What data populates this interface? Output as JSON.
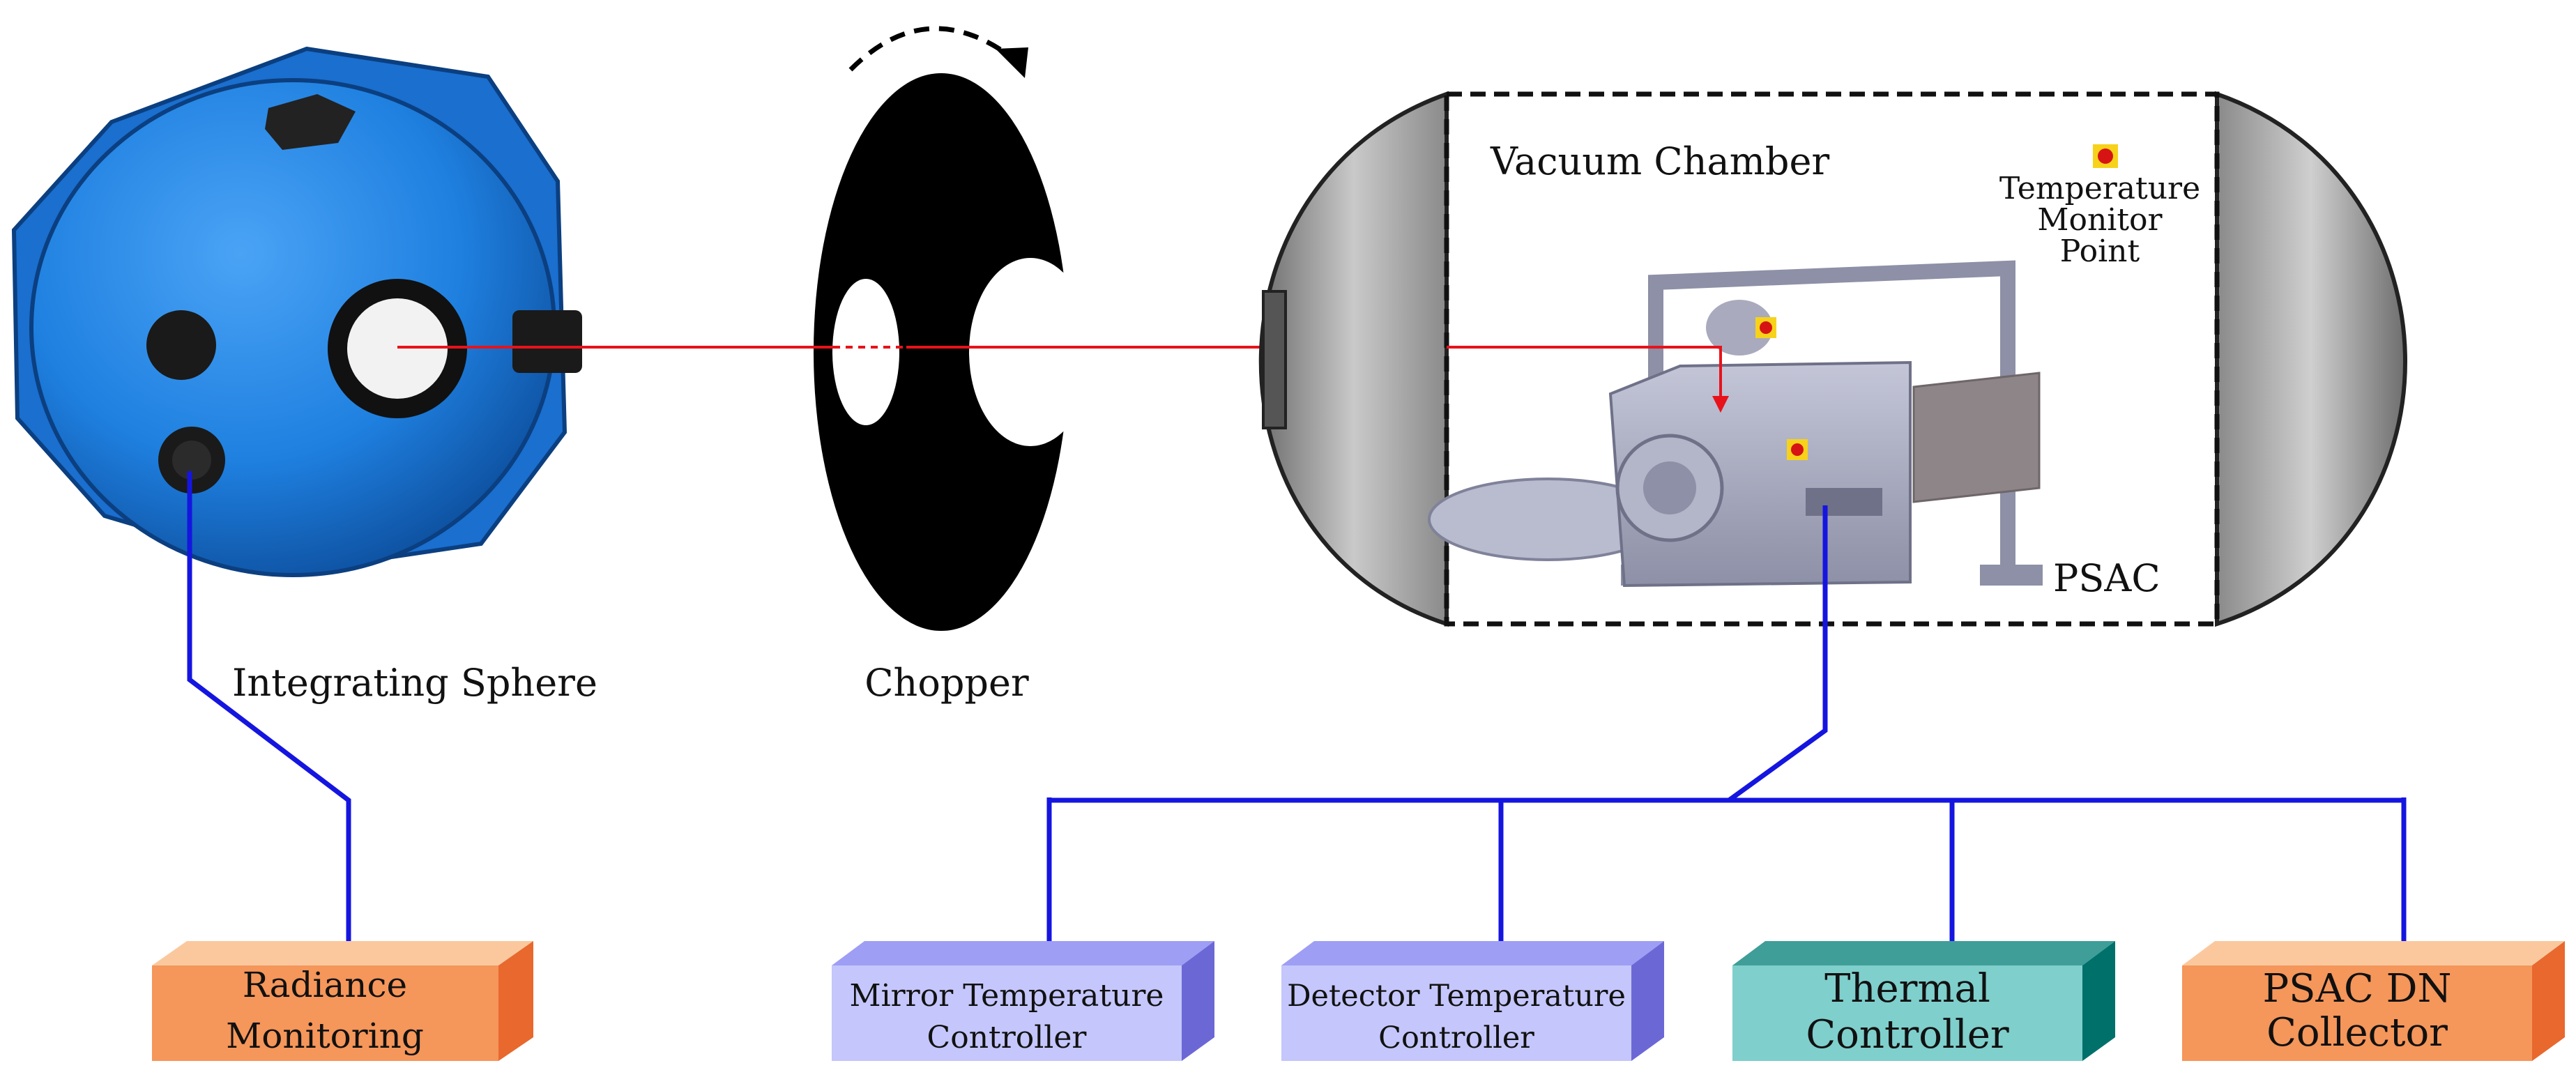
{
  "labels": {
    "integrating_sphere": "Integrating Sphere",
    "chopper": "Chopper",
    "vacuum_chamber": "Vacuum Chamber",
    "temperature_monitor_point": [
      "Temperature",
      "Monitor",
      "Point"
    ],
    "psac": "PSAC"
  },
  "boxes": [
    {
      "id": "radiance",
      "lines": [
        "Radiance",
        "Monitoring"
      ],
      "front": "#f5965a",
      "top": "#fbc89e",
      "side": "#e8682e"
    },
    {
      "id": "mirror",
      "lines": [
        "Mirror Temperature",
        "Controller"
      ],
      "front": "#c5c6fb",
      "top": "#9e9ef5",
      "side": "#6b68d6"
    },
    {
      "id": "detector",
      "lines": [
        "Detector Temperature",
        "Controller"
      ],
      "front": "#c5c6fb",
      "top": "#9e9ef5",
      "side": "#6b68d6"
    },
    {
      "id": "thermal",
      "lines": [
        "Thermal",
        "Controller"
      ],
      "front": "#7fcfcc",
      "top": "#3f9e98",
      "side": "#00706b"
    },
    {
      "id": "psac_dn",
      "lines": [
        "PSAC DN",
        "Collector"
      ],
      "front": "#f5965a",
      "top": "#fbc89e",
      "side": "#e8682e"
    }
  ],
  "colors": {
    "sphere": "#1f80e0",
    "sphere_dark": "#0d56b0",
    "beam": "#e8121b",
    "wire": "#1515e0",
    "chopper": "#000000",
    "chamber_end": "#a8a8a8"
  }
}
